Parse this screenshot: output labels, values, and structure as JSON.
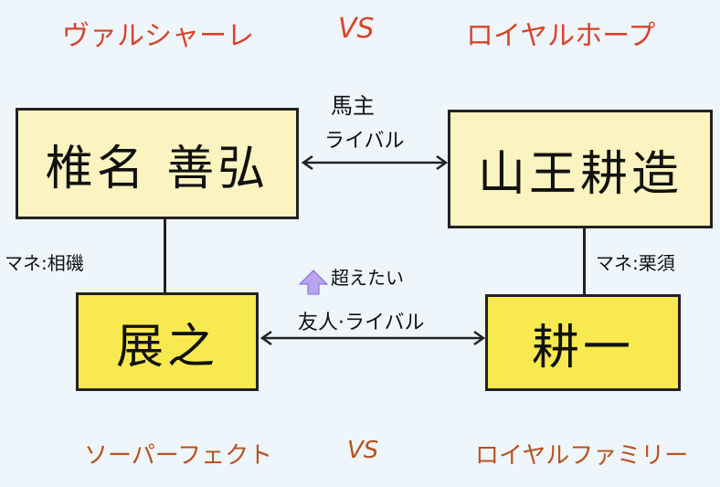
{
  "top": {
    "left_horse": "ヴァルシャーレ",
    "vs": "VS",
    "right_horse": "ロイヤルホープ"
  },
  "bottom": {
    "left_horse": "ソーパーフェクト",
    "vs": "VS",
    "right_horse": "ロイヤルファミリー"
  },
  "boxes": {
    "top_left": "椎名 善弘",
    "top_right": "山王耕造",
    "bottom_left": "展之",
    "bottom_right": "耕一"
  },
  "relations": {
    "owners_line1": "馬主",
    "owners_line2": "ライバル",
    "left_manager": "マネ:相磯",
    "right_manager": "マネ:栗須",
    "surpass": "超えたい",
    "friends": "友人·ライバル"
  },
  "colors": {
    "top_label": "#d8432c",
    "bottom_label": "#b9521e",
    "box_light": "#fbf3c0",
    "box_bright": "#f7e94f",
    "arrow_purple": "#b9a4f0"
  }
}
